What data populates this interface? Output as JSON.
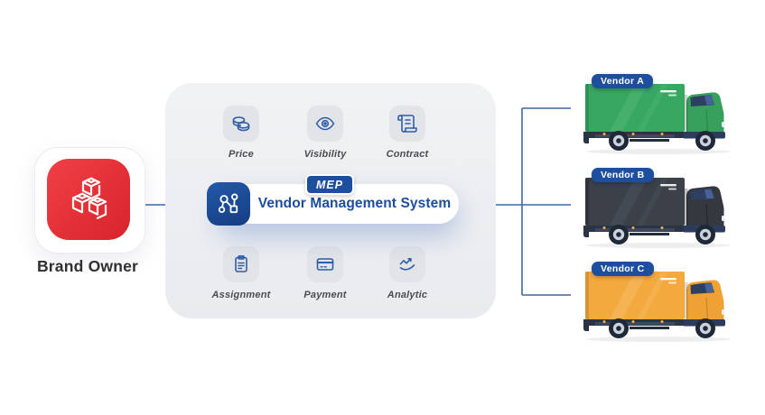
{
  "brand_owner": {
    "label": "Brand Owner",
    "icon": "stacked-boxes-icon",
    "color": "#dd242b"
  },
  "vms": {
    "logo_text": "MEP",
    "title": "Vendor Management System",
    "icon": "workflow-nodes-icon",
    "accent_color": "#1d4f9e"
  },
  "features": [
    {
      "label": "Price",
      "icon": "coins-icon"
    },
    {
      "label": "Visibility",
      "icon": "eye-icon"
    },
    {
      "label": "Contract",
      "icon": "scroll-icon"
    },
    {
      "label": "Assignment",
      "icon": "clipboard-icon"
    },
    {
      "label": "Payment",
      "icon": "credit-card-icon"
    },
    {
      "label": "Analytic",
      "icon": "line-chart-icon"
    }
  ],
  "vendors": [
    {
      "label": "Vendor A",
      "truck_color": "#38a761",
      "truck_color_light": "#4cb672",
      "cab_color": "#36a05c"
    },
    {
      "label": "Vendor B",
      "truck_color": "#3b4049",
      "truck_color_light": "#4b525c",
      "cab_color": "#34383f"
    },
    {
      "label": "Vendor C",
      "truck_color": "#f4a93e",
      "truck_color_light": "#f7bb62",
      "cab_color": "#f0a134"
    }
  ],
  "connector_color": "#3a67ab",
  "badge_color": "#1d4f9e"
}
